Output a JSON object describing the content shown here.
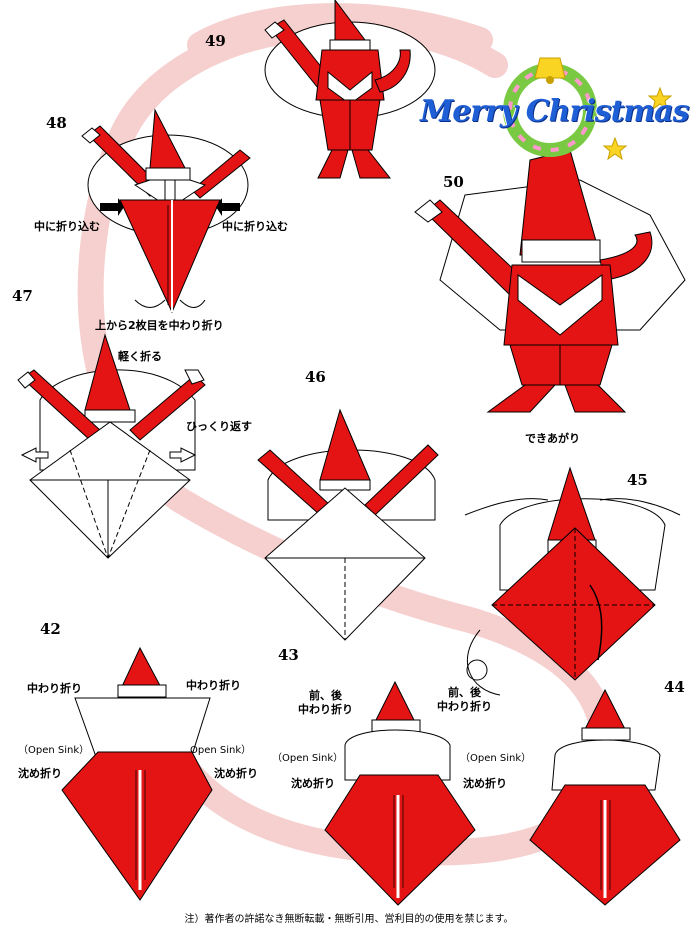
{
  "colors": {
    "red": "#e41414",
    "ribbon": "#f6cfcf",
    "paper_back": "#ffffff",
    "line": "#000000",
    "logo_blue": "#1f5fd6"
  },
  "logo": {
    "text": "Merry Christmas"
  },
  "steps": {
    "s42": "42",
    "s43": "43",
    "s44": "44",
    "s45": "45",
    "s46": "46",
    "s47": "47",
    "s48": "48",
    "s49": "49",
    "s50": "50"
  },
  "labels": {
    "fold_in_left": "中に折り込む",
    "fold_in_right": "中に折り込む",
    "inside_reverse_second": "上から2枚目を中わり折り",
    "light_fold": "軽く折る",
    "turn_over": "ひっくり返す",
    "done": "できあがり",
    "inside_reverse_l": "中わり折り",
    "inside_reverse_r": "中わり折り",
    "open_sink_l": "（Open Sink）",
    "open_sink_r": "Open Sink）",
    "sink_l": "沈め折り",
    "sink_r": "沈め折り",
    "front_back_l1": "前、後",
    "front_back_l2": "中わり折り",
    "front_back_r1": "前、後",
    "front_back_r2": "中わり折り",
    "open_sink_43l": "（Open Sink）",
    "open_sink_43r": "（Open Sink）",
    "sink_43l": "沈め折り",
    "sink_43r": "沈め折り"
  },
  "footer": "注）著作者の許諾なき無断転載・無断引用、営利目的の使用を禁じます。"
}
